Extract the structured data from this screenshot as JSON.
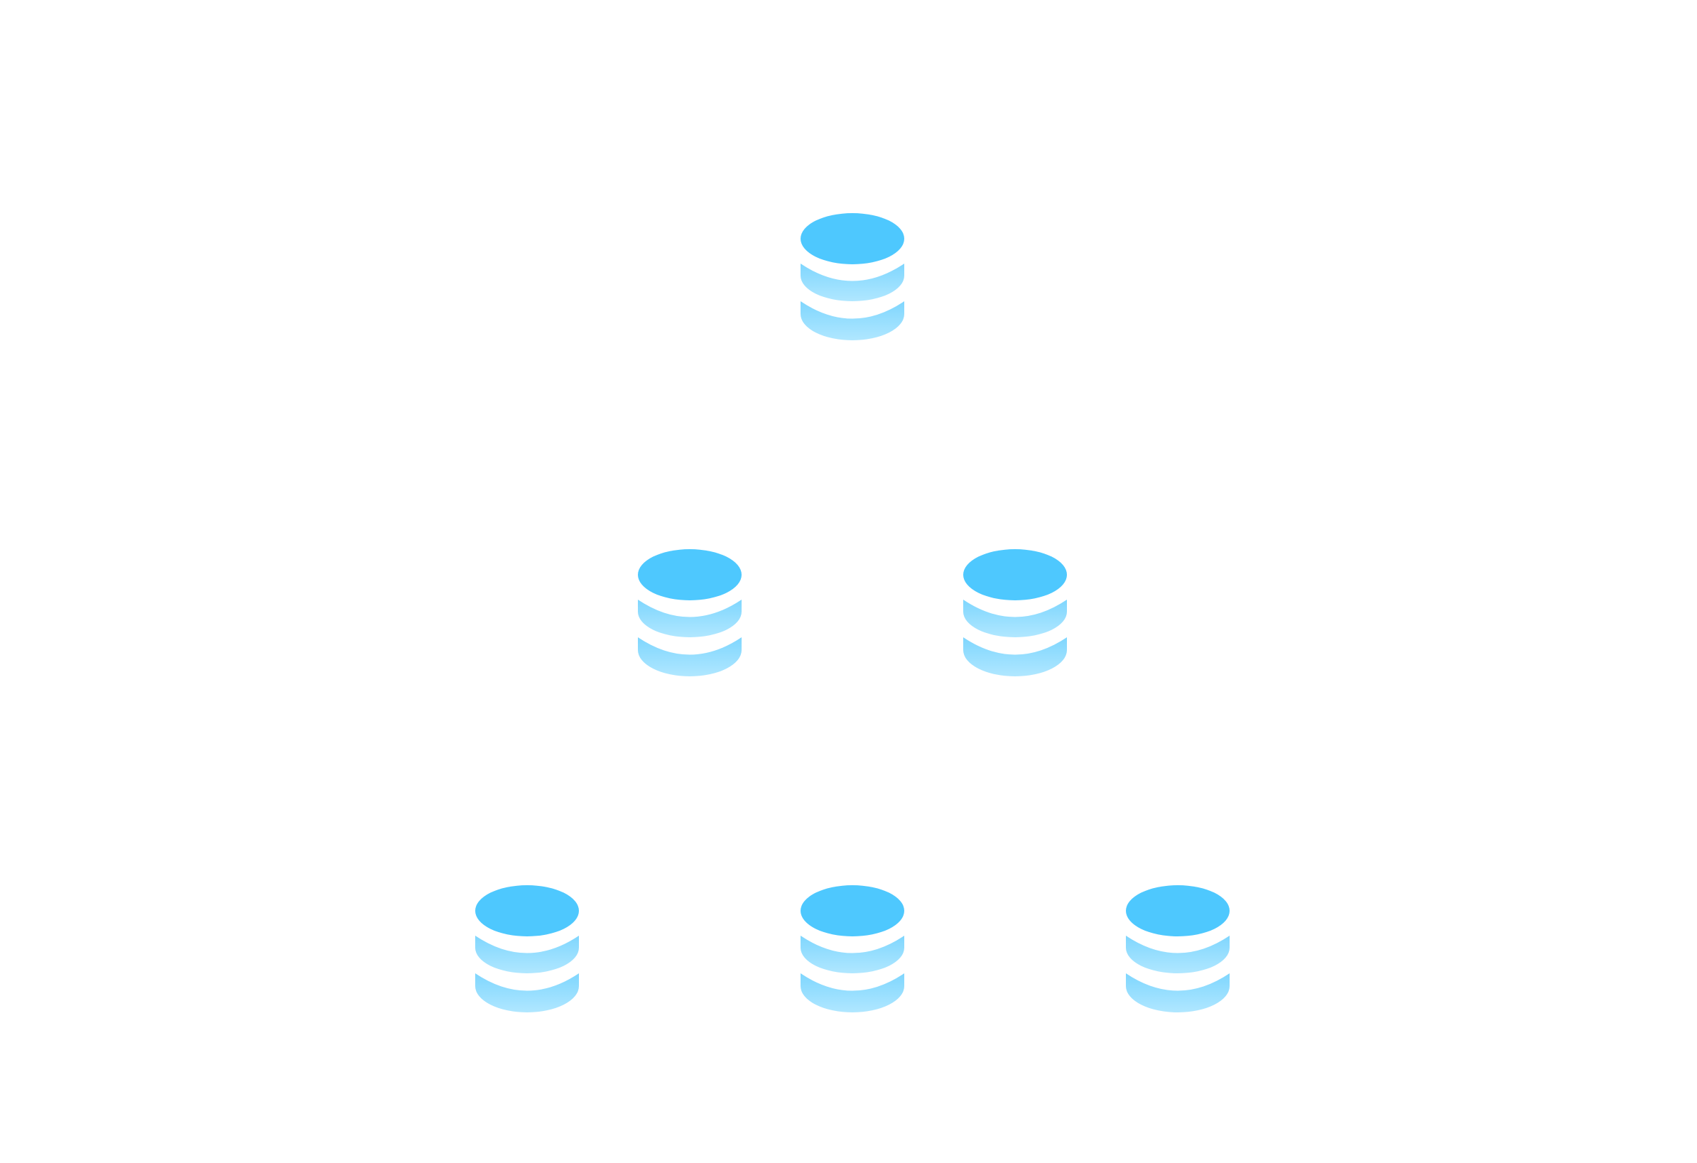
{
  "diagram": {
    "type": "tree",
    "node_icon": "database-icon",
    "colors": {
      "top": "#4ec8fe",
      "layer_start": "#7fd6fe",
      "layer_end": "#b0e7ff",
      "background": "#ffffff"
    },
    "levels": [
      {
        "nodes": [
          {
            "id": "root"
          }
        ]
      },
      {
        "nodes": [
          {
            "id": "child-left"
          },
          {
            "id": "child-right"
          }
        ]
      },
      {
        "nodes": [
          {
            "id": "leaf-left"
          },
          {
            "id": "leaf-middle"
          },
          {
            "id": "leaf-right"
          }
        ]
      }
    ]
  }
}
